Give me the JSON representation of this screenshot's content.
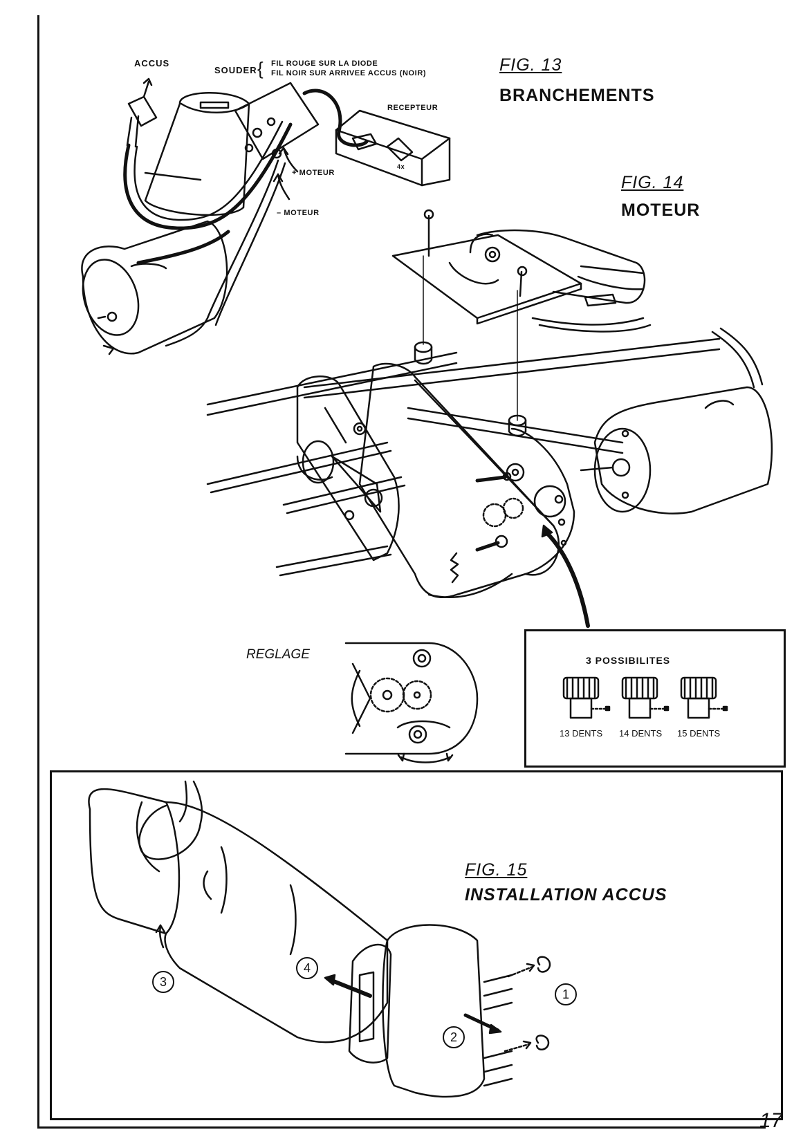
{
  "fig13": {
    "number": "FIG. 13",
    "title": "BRANCHEMENTS",
    "label_accus": "ACCUS",
    "label_souder": "SOUDER",
    "label_fil_rouge": "FIL ROUGE SUR LA DIODE",
    "label_fil_noir": "FIL NOIR SUR ARRIVEE ACCUS (NOIR)",
    "label_recepteur": "RECEPTEUR",
    "label_plus_moteur": "+ MOTEUR",
    "label_minus_moteur": "– MOTEUR",
    "label_4x": "4x"
  },
  "fig14": {
    "number": "FIG. 14",
    "title": "MOTEUR",
    "label_reglage": "REGLAGE",
    "possibilities_title": "3 POSSIBILITES",
    "options": [
      "13 DENTS",
      "14 DENTS",
      "15 DENTS"
    ]
  },
  "fig15": {
    "number": "FIG. 15",
    "title": "INSTALLATION ACCUS",
    "markers": [
      "1",
      "2",
      "3",
      "4"
    ]
  },
  "page_number": "17"
}
